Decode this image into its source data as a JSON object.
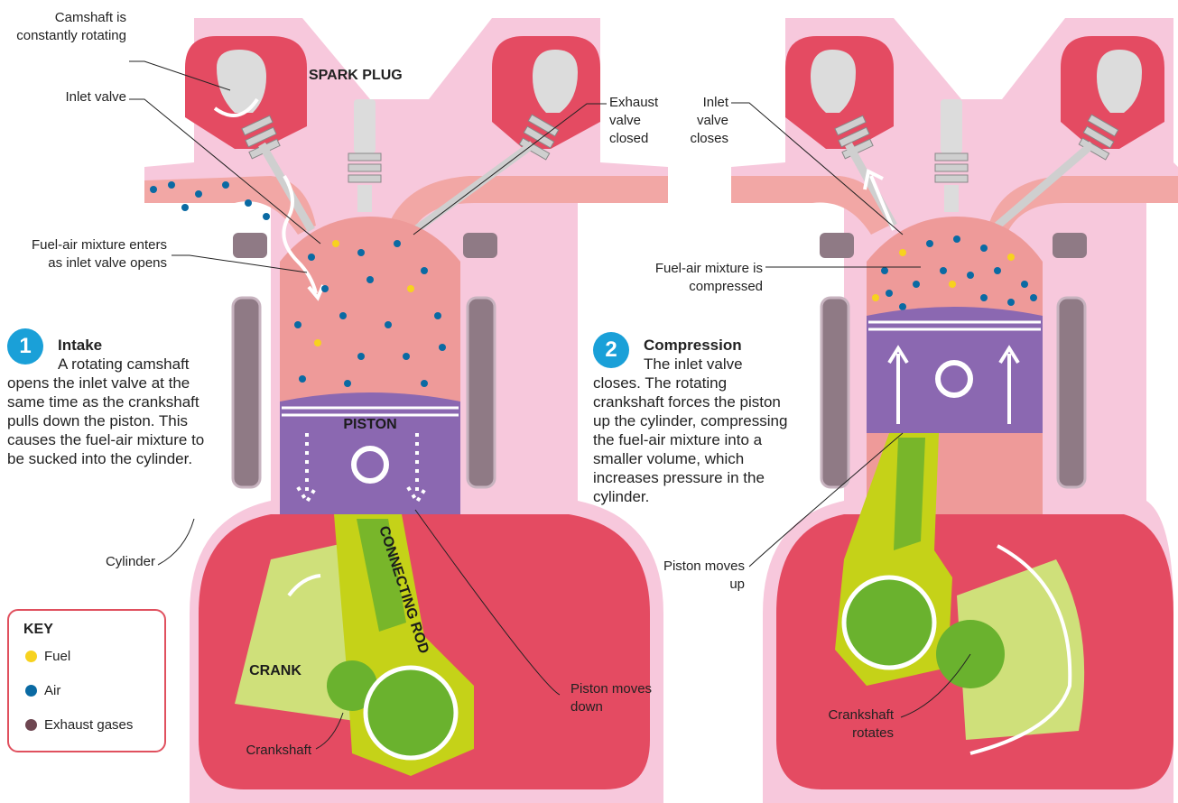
{
  "colors": {
    "head_outline": "#f7c8dc",
    "valve_housing": "#e44b62",
    "cam": "#dcdcdc",
    "chamber": "#ee9a99",
    "port": "#f2a7a5",
    "piston": "#8b68b1",
    "crankcase": "#e44b62",
    "rod": "#c5d218",
    "crank_disc": "#cfe07a",
    "crankshaft": "#6ab22e",
    "fuel": "#f7d21f",
    "air": "#0a6aa3",
    "exhaust": "#6e4651",
    "badge": "#1aa0d8"
  },
  "labels": {
    "camshaft": "Camshaft is constantly rotating",
    "inlet_valve": "Inlet valve",
    "spark_plug": "SPARK PLUG",
    "exhaust_closed": "Exhaust valve closed",
    "fuel_air_enters": "Fuel-air mixture enters as inlet valve opens",
    "piston": "PISTON",
    "connecting_rod": "CONNECTING ROD",
    "crank": "CRANK",
    "cylinder": "Cylinder",
    "crankshaft": "Crankshaft",
    "piston_down": "Piston moves down",
    "inlet_closes": "Inlet valve closes",
    "fuel_air_compressed": "Fuel-air mixture is compressed",
    "piston_up": "Piston moves up",
    "crankshaft_rotates": "Crankshaft rotates"
  },
  "steps": [
    {
      "number": "1",
      "title": "Intake",
      "body": "A rotating camshaft opens the inlet valve at the same time as the crankshaft pulls down the piston. This causes the fuel-air mixture to be sucked into the cylinder."
    },
    {
      "number": "2",
      "title": "Compression",
      "body": "The inlet valve closes. The rotating crankshaft forces the piston up the cylinder, compressing the fuel-air mixture into a smaller volume, which increases pressure in the cylinder."
    }
  ],
  "key": {
    "title": "KEY",
    "items": [
      {
        "label": "Fuel",
        "color": "#f7d21f"
      },
      {
        "label": "Air",
        "color": "#0a6aa3"
      },
      {
        "label": "Exhaust gases",
        "color": "#6e4651"
      }
    ]
  }
}
